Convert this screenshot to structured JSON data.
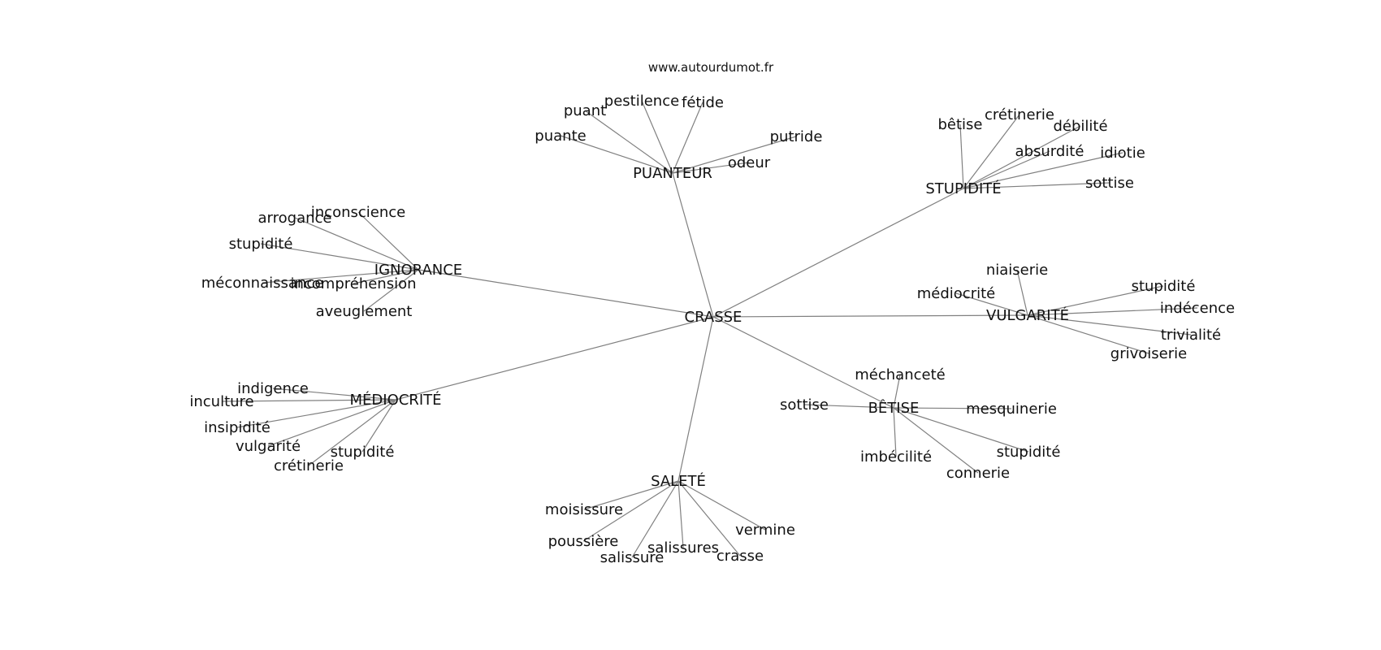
{
  "source": "www.autourdumot.fr",
  "graph": {
    "center": "CRASSE",
    "clusters": [
      {
        "id": "puanteur",
        "label": "PUANTEUR",
        "words": [
          "puante",
          "puant",
          "pestilence",
          "fétide",
          "putride",
          "odeur"
        ]
      },
      {
        "id": "stupidite",
        "label": "STUPIDITÉ",
        "words": [
          "bêtise",
          "crétinerie",
          "débilité",
          "absurdité",
          "idiotie",
          "sottise"
        ]
      },
      {
        "id": "ignorance",
        "label": "IGNORANCE",
        "words": [
          "arrogance",
          "inconscience",
          "stupidité",
          "méconnaissance",
          "incompréhension",
          "aveuglement"
        ]
      },
      {
        "id": "vulgarite",
        "label": "VULGARITÉ",
        "words": [
          "niaiserie",
          "médiocrité",
          "stupidité",
          "indécence",
          "trivialité",
          "grivoiserie"
        ]
      },
      {
        "id": "mediocrite",
        "label": "MÉDIOCRITÉ",
        "words": [
          "indigence",
          "inculture",
          "insipidité",
          "vulgarité",
          "stupidité",
          "crétinerie"
        ]
      },
      {
        "id": "betise",
        "label": "BÊTISE",
        "words": [
          "méchanceté",
          "sottise",
          "mesquinerie",
          "imbécilité",
          "stupidité",
          "connerie"
        ]
      },
      {
        "id": "salete",
        "label": "SALETÉ",
        "words": [
          "moisissure",
          "poussière",
          "salissure",
          "salissures",
          "crasse",
          "vermine"
        ]
      }
    ]
  }
}
